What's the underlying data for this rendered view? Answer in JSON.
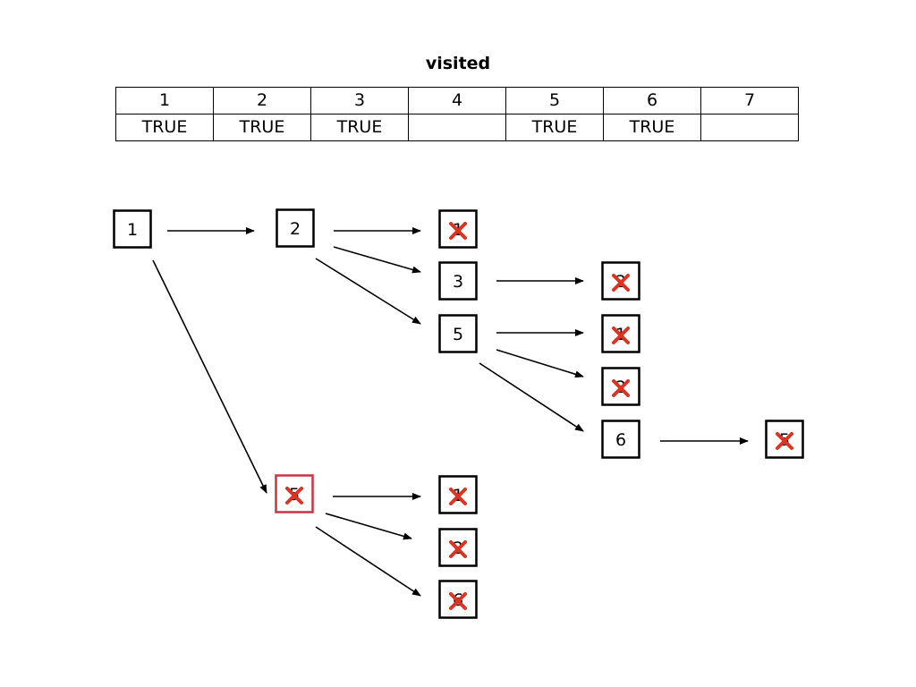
{
  "visited_table": {
    "title": "visited",
    "headers": [
      "1",
      "2",
      "3",
      "4",
      "5",
      "6",
      "7"
    ],
    "values": [
      "TRUE",
      "TRUE",
      "TRUE",
      "",
      "TRUE",
      "TRUE",
      ""
    ]
  },
  "colors": {
    "cross": "#dd3322",
    "highlight": "#cc3344"
  },
  "nodes": [
    {
      "id": "n1",
      "label": "1"
    },
    {
      "id": "n2",
      "label": "2"
    },
    {
      "id": "n2a",
      "label": "1",
      "crossed": true
    },
    {
      "id": "n3",
      "label": "3"
    },
    {
      "id": "n5",
      "label": "5"
    },
    {
      "id": "n3a",
      "label": "2",
      "crossed": true
    },
    {
      "id": "n5a",
      "label": "1",
      "crossed": true
    },
    {
      "id": "n5b",
      "label": "2",
      "crossed": true
    },
    {
      "id": "n6",
      "label": "6"
    },
    {
      "id": "n6a",
      "label": "5",
      "crossed": true
    },
    {
      "id": "n1b",
      "label": "5",
      "crossed": true,
      "highlight": true
    },
    {
      "id": "n1ba",
      "label": "1",
      "crossed": true
    },
    {
      "id": "n1bb",
      "label": "2",
      "crossed": true
    },
    {
      "id": "n1bc",
      "label": "6",
      "crossed": true
    }
  ],
  "edges": [
    {
      "from": "n1",
      "to": "n2"
    },
    {
      "from": "n1",
      "to": "n1b"
    },
    {
      "from": "n2",
      "to": "n2a"
    },
    {
      "from": "n2",
      "to": "n3"
    },
    {
      "from": "n2",
      "to": "n5"
    },
    {
      "from": "n3",
      "to": "n3a"
    },
    {
      "from": "n5",
      "to": "n5a"
    },
    {
      "from": "n5",
      "to": "n5b"
    },
    {
      "from": "n5",
      "to": "n6"
    },
    {
      "from": "n6",
      "to": "n6a"
    },
    {
      "from": "n1b",
      "to": "n1ba"
    },
    {
      "from": "n1b",
      "to": "n1bb"
    },
    {
      "from": "n1b",
      "to": "n1bc"
    }
  ]
}
